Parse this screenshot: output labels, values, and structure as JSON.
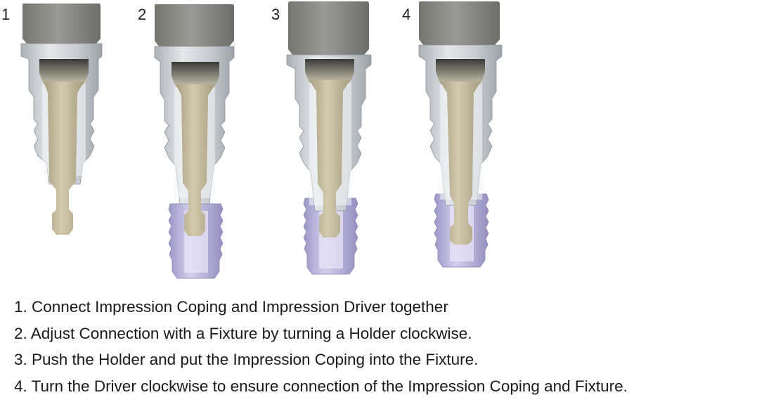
{
  "steps": [
    {
      "number": "1",
      "caption": "1. Connect Impression Coping and Impression Driver together"
    },
    {
      "number": "2",
      "caption": "2. Adjust Connection with a Fixture by turning a Holder clockwise."
    },
    {
      "number": "3",
      "caption": "3. Push the Holder and put the Impression Coping into the Fixture."
    },
    {
      "number": "4",
      "caption": "4. Turn the Driver clockwise to ensure connection of the Impression Coping and Fixture."
    }
  ],
  "colors": {
    "holder": "#8a8a85",
    "coping": "#c3c9cf",
    "driver": "#c2b79a",
    "fixture": "#b4b0d8"
  }
}
